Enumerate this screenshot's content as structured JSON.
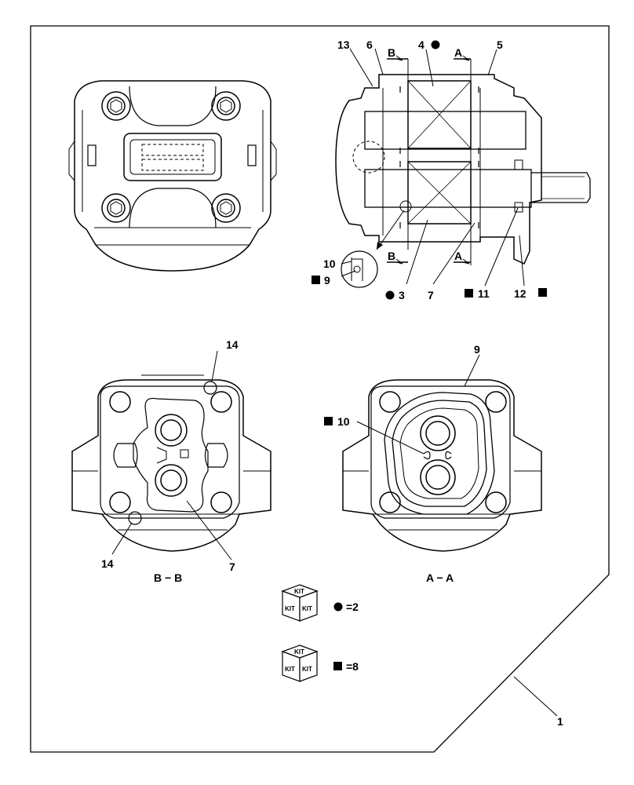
{
  "callouts": {
    "c1": "1",
    "c3": "3",
    "c4": "4",
    "c5": "5",
    "c6": "6",
    "c7": "7",
    "c9": "9",
    "c10": "10",
    "c11": "11",
    "c12": "12",
    "c13": "13",
    "c14": "14"
  },
  "section_marks": {
    "a": "A",
    "b": "B"
  },
  "view_titles": {
    "bb": "B − B",
    "aa": "A − A"
  },
  "kits": [
    {
      "box_label": "KIT",
      "symbol": "circle",
      "text": "=2"
    },
    {
      "box_label": "KIT",
      "symbol": "square",
      "text": "=8"
    }
  ]
}
